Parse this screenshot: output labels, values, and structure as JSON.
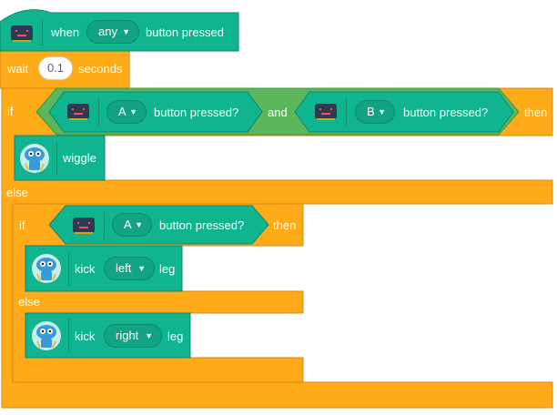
{
  "colors": {
    "microbit": "#10b48e",
    "microbit_dark": "#0b8a6e",
    "control": "#ffab19",
    "control_dark": "#cf8b17",
    "operator": "#5cb65c",
    "operator_dark": "#3f9a3f",
    "text_light": "#ffffff"
  },
  "icons": {
    "microbit": "microbit-icon",
    "robot": "robot-icon"
  },
  "hat": {
    "when": "when",
    "button_value": "any",
    "button_pressed": "button pressed"
  },
  "wait": {
    "label": "wait",
    "value": "0.1",
    "unit": "seconds"
  },
  "if1": {
    "if": "if",
    "then": "then",
    "else": "else",
    "and": "and",
    "cond_left": {
      "value": "A",
      "label": "button pressed?"
    },
    "cond_right": {
      "value": "B",
      "label": "button pressed?"
    }
  },
  "wiggle": {
    "label": "wiggle"
  },
  "if2": {
    "if": "if",
    "then": "then",
    "else": "else",
    "cond": {
      "value": "A",
      "label": "button pressed?"
    }
  },
  "kick1": {
    "kick": "kick",
    "leg_value": "left",
    "leg": "leg"
  },
  "kick2": {
    "kick": "kick",
    "leg_value": "right",
    "leg": "leg"
  }
}
